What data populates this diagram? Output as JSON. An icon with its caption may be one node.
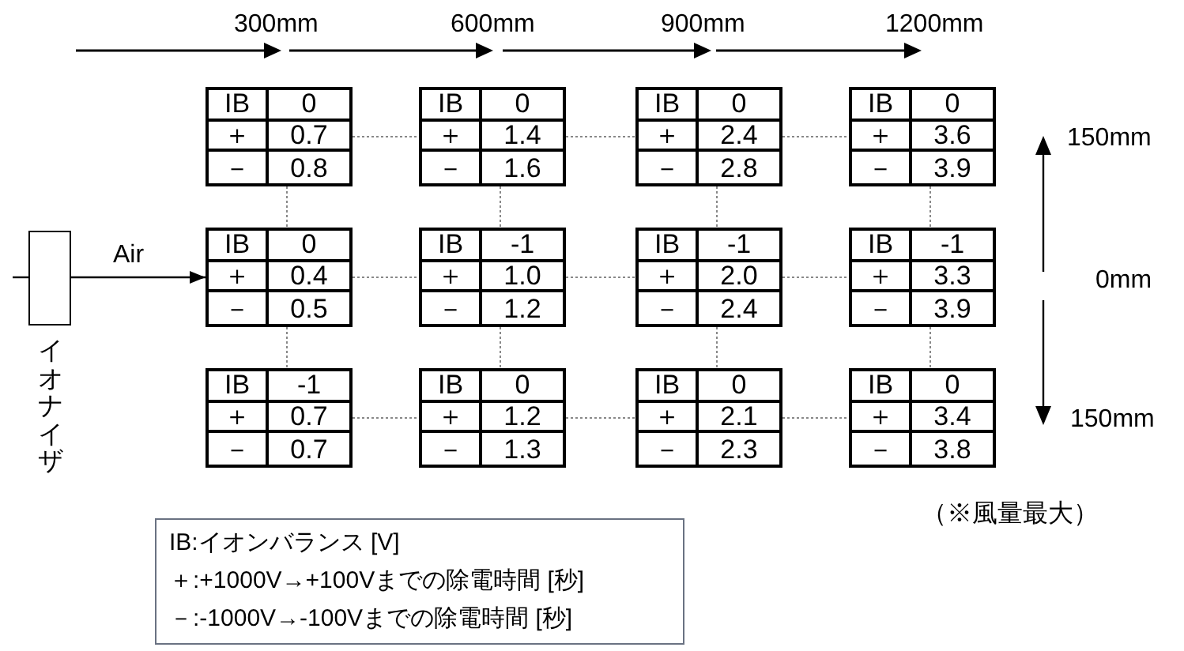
{
  "diagram": {
    "nodes": [
      {
        "text": [],
        "shape": "box",
        "beside": [
          "イオナイザ"
        ]
      },
      {
        "text": [
          "IB",
          "0",
          "＋",
          "0.7",
          "－",
          "0.8"
        ]
      },
      {
        "text": [
          "IB",
          "0",
          "＋",
          "1.4",
          "－",
          "1.6"
        ]
      },
      {
        "text": [
          "IB",
          "0",
          "＋",
          "2.4",
          "－",
          "2.8"
        ]
      },
      {
        "text": [
          "IB",
          "0",
          "＋",
          "3.6",
          "－",
          "3.9"
        ]
      },
      {
        "text": [
          "IB",
          "0",
          "＋",
          "0.4",
          "－",
          "0.5"
        ]
      },
      {
        "text": [
          "IB",
          "-1",
          "＋",
          "1.0",
          "－",
          "1.2"
        ]
      },
      {
        "text": [
          "IB",
          "-1",
          "＋",
          "2.0",
          "－",
          "2.4"
        ]
      },
      {
        "text": [
          "IB",
          "-1",
          "＋",
          "3.3",
          "－",
          "3.9"
        ]
      },
      {
        "text": [
          "IB",
          "-1",
          "＋",
          "0.7",
          "－",
          "0.7"
        ]
      },
      {
        "text": [
          "IB",
          "0",
          "＋",
          "1.2",
          "－",
          "1.3"
        ]
      },
      {
        "text": [
          "IB",
          "0",
          "＋",
          "2.1",
          "－",
          "2.3"
        ]
      },
      {
        "text": [
          "IB",
          "0",
          "＋",
          "3.4",
          "－",
          "3.8"
        ]
      },
      {
        "text": [
          "IB:イオンバランス [V]",
          "＋:+1000V→+100Vまでの除電時間 [秒]",
          "－:-1000V→-100Vまでの除電時間 [秒]"
        ]
      }
    ],
    "edges": [
      {
        "from": 0,
        "to": 5,
        "arrow": "to",
        "label": "Air",
        "color": "#000000"
      },
      {
        "from": 1,
        "to": 2,
        "arrow": "none",
        "style": "dashed",
        "color": "#888888"
      },
      {
        "from": 2,
        "to": 3,
        "arrow": "none",
        "style": "dashed",
        "color": "#888888"
      },
      {
        "from": 3,
        "to": 4,
        "arrow": "none",
        "style": "dashed",
        "color": "#888888"
      },
      {
        "from": 5,
        "to": 6,
        "arrow": "none",
        "style": "dashed",
        "color": "#888888"
      },
      {
        "from": 6,
        "to": 7,
        "arrow": "none",
        "style": "dashed",
        "color": "#888888"
      },
      {
        "from": 7,
        "to": 8,
        "arrow": "none",
        "style": "dashed",
        "color": "#888888"
      },
      {
        "from": 9,
        "to": 10,
        "arrow": "none",
        "style": "dashed",
        "color": "#888888"
      },
      {
        "from": 10,
        "to": 11,
        "arrow": "none",
        "style": "dashed",
        "color": "#888888"
      },
      {
        "from": 11,
        "to": 12,
        "arrow": "none",
        "style": "dashed",
        "color": "#888888"
      },
      {
        "from": 1,
        "to": 5,
        "arrow": "none",
        "style": "dashed",
        "color": "#888888"
      },
      {
        "from": 5,
        "to": 9,
        "arrow": "none",
        "style": "dashed",
        "color": "#888888"
      },
      {
        "from": 2,
        "to": 6,
        "arrow": "none",
        "style": "dashed",
        "color": "#888888"
      },
      {
        "from": 6,
        "to": 10,
        "arrow": "none",
        "style": "dashed",
        "color": "#888888"
      },
      {
        "from": 3,
        "to": 7,
        "arrow": "none",
        "style": "dashed",
        "color": "#888888"
      },
      {
        "from": 7,
        "to": 11,
        "arrow": "none",
        "style": "dashed",
        "color": "#888888"
      },
      {
        "from": 4,
        "to": 8,
        "arrow": "none",
        "style": "dashed",
        "color": "#888888"
      },
      {
        "from": 8,
        "to": 12,
        "arrow": "none",
        "style": "dashed",
        "color": "#888888"
      }
    ],
    "labels": [
      "300mm",
      "600mm",
      "900mm",
      "1200mm",
      "150mm",
      "0mm",
      "150mm",
      "（※風量最大）"
    ]
  }
}
